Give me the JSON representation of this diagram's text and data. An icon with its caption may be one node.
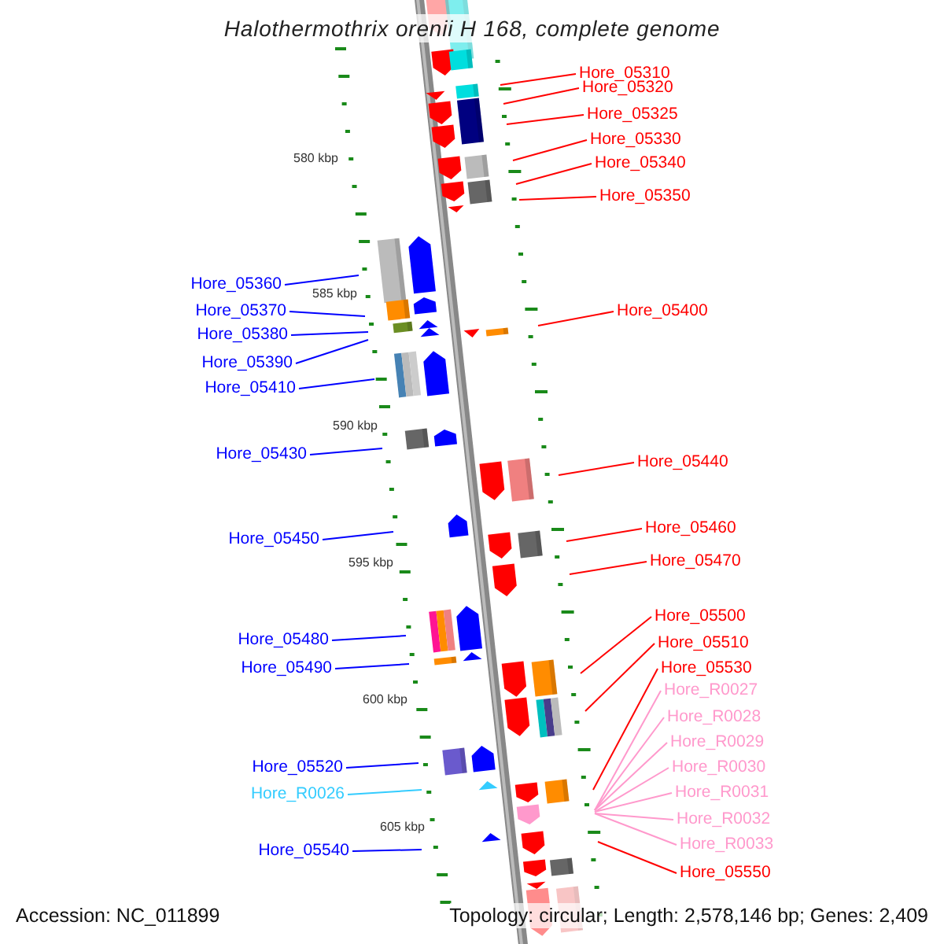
{
  "diagram": {
    "title": "Halothermothrix orenii H 168, complete genome",
    "nodes": [
      {
        "text": [
          "Hore_05310"
        ]
      },
      {
        "text": [
          "Hore_05320"
        ]
      },
      {
        "text": [
          "Hore_05325"
        ]
      },
      {
        "text": [
          "Hore_05330"
        ]
      },
      {
        "text": [
          "Hore_05340"
        ]
      },
      {
        "text": [
          "Hore_05350"
        ]
      },
      {
        "text": [
          "Hore_05360"
        ]
      },
      {
        "text": [
          "Hore_05370"
        ]
      },
      {
        "text": [
          "Hore_05400"
        ]
      },
      {
        "text": [
          "Hore_05380"
        ]
      },
      {
        "text": [
          "Hore_05390"
        ]
      },
      {
        "text": [
          "Hore_05410"
        ]
      },
      {
        "text": [
          "Hore_05430"
        ]
      },
      {
        "text": [
          "Hore_05440"
        ]
      },
      {
        "text": [
          "Hore_05460"
        ]
      },
      {
        "text": [
          "Hore_05450"
        ]
      },
      {
        "text": [
          "Hore_05470"
        ]
      },
      {
        "text": [
          "Hore_05500"
        ]
      },
      {
        "text": [
          "Hore_05480"
        ]
      },
      {
        "text": [
          "Hore_05510"
        ]
      },
      {
        "text": [
          "Hore_05490"
        ]
      },
      {
        "text": [
          "Hore_05530"
        ]
      },
      {
        "text": [
          "Hore_R0027"
        ]
      },
      {
        "text": [
          "Hore_R0028"
        ]
      },
      {
        "text": [
          "Hore_R0029"
        ]
      },
      {
        "text": [
          "Hore_R0030"
        ]
      },
      {
        "text": [
          "Hore_05520"
        ]
      },
      {
        "text": [
          "Hore_R0031"
        ]
      },
      {
        "text": [
          "Hore_R0026"
        ]
      },
      {
        "text": [
          "Hore_R0032"
        ]
      },
      {
        "text": [
          "Hore_R0033"
        ]
      },
      {
        "text": [
          "Hore_05540"
        ]
      },
      {
        "text": [
          "Hore_05550"
        ]
      }
    ],
    "edges": [
      {
        "from": 0,
        "to": null,
        "arrow": "none",
        "color": "#ff0000"
      },
      {
        "from": 1,
        "to": null,
        "arrow": "none",
        "color": "#ff0000"
      },
      {
        "from": 2,
        "to": null,
        "arrow": "none",
        "color": "#ff0000"
      },
      {
        "from": 3,
        "to": null,
        "arrow": "none",
        "color": "#ff0000"
      },
      {
        "from": 4,
        "to": null,
        "arrow": "none",
        "color": "#ff0000"
      },
      {
        "from": 5,
        "to": null,
        "arrow": "none",
        "color": "#ff0000"
      },
      {
        "from": 6,
        "to": null,
        "arrow": "none",
        "color": "#0000ff"
      },
      {
        "from": 7,
        "to": null,
        "arrow": "none",
        "color": "#0000ff"
      },
      {
        "from": 8,
        "to": null,
        "arrow": "none",
        "color": "#ff0000"
      },
      {
        "from": 9,
        "to": null,
        "arrow": "none",
        "color": "#0000ff"
      },
      {
        "from": 10,
        "to": null,
        "arrow": "none",
        "color": "#0000ff"
      },
      {
        "from": 11,
        "to": null,
        "arrow": "none",
        "color": "#0000ff"
      },
      {
        "from": 12,
        "to": null,
        "arrow": "none",
        "color": "#0000ff"
      },
      {
        "from": 13,
        "to": null,
        "arrow": "none",
        "color": "#ff0000"
      },
      {
        "from": 14,
        "to": null,
        "arrow": "none",
        "color": "#ff0000"
      },
      {
        "from": 15,
        "to": null,
        "arrow": "none",
        "color": "#0000ff"
      },
      {
        "from": 16,
        "to": null,
        "arrow": "none",
        "color": "#ff0000"
      },
      {
        "from": 17,
        "to": null,
        "arrow": "none",
        "color": "#ff0000"
      },
      {
        "from": 18,
        "to": null,
        "arrow": "none",
        "color": "#0000ff"
      },
      {
        "from": 19,
        "to": null,
        "arrow": "none",
        "color": "#ff0000"
      },
      {
        "from": 20,
        "to": null,
        "arrow": "none",
        "color": "#0000ff"
      },
      {
        "from": 21,
        "to": null,
        "arrow": "none",
        "color": "#ff0000"
      },
      {
        "from": 22,
        "to": null,
        "arrow": "none",
        "color": "#ff99cc"
      },
      {
        "from": 23,
        "to": null,
        "arrow": "none",
        "color": "#ff99cc"
      },
      {
        "from": 24,
        "to": null,
        "arrow": "none",
        "color": "#ff99cc"
      },
      {
        "from": 25,
        "to": null,
        "arrow": "none",
        "color": "#ff99cc"
      },
      {
        "from": 26,
        "to": null,
        "arrow": "none",
        "color": "#0000ff"
      },
      {
        "from": 27,
        "to": null,
        "arrow": "none",
        "color": "#ff99cc"
      },
      {
        "from": 28,
        "to": null,
        "arrow": "none",
        "color": "#33ccff"
      },
      {
        "from": 29,
        "to": null,
        "arrow": "none",
        "color": "#ff99cc"
      },
      {
        "from": 30,
        "to": null,
        "arrow": "none",
        "color": "#ff99cc"
      },
      {
        "from": 31,
        "to": null,
        "arrow": "none",
        "color": "#0000ff"
      },
      {
        "from": 32,
        "to": null,
        "arrow": "none",
        "color": "#ff0000"
      }
    ],
    "labels": [
      "580 kbp",
      "585 kbp",
      "590 kbp",
      "595 kbp",
      "600 kbp",
      "605 kbp",
      "Accession: NC_011899",
      "Topology: circular; Length: 2,578,146 bp; Genes: 2,409"
    ]
  }
}
